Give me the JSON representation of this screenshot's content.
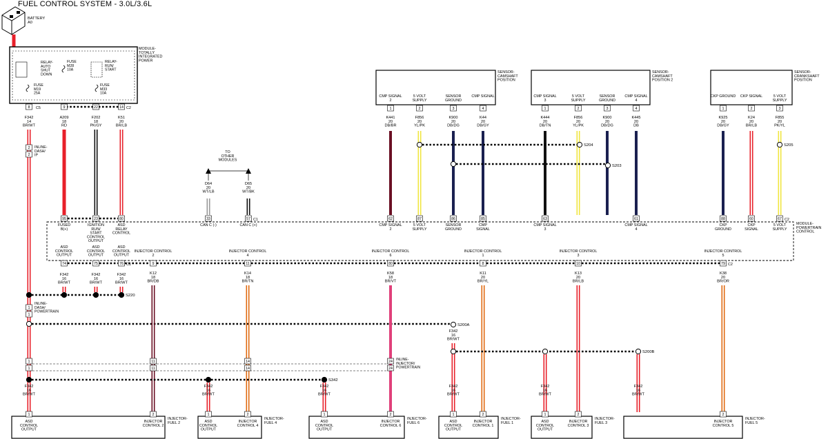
{
  "title": "FUEL CONTROL SYSTEM - 3.0L/3.6L",
  "colors": {
    "red": "#e8202a",
    "yellow": "#f0e640",
    "black": "#111111",
    "navy": "#1a2050",
    "darkred": "#6b1024",
    "orange": "#e06a10",
    "pink": "#e0407a"
  },
  "battery": {
    "label": "BATTERY",
    "ref": "A0"
  },
  "tipm": {
    "label": "MODULE-TOTALLY INTEGRATED POWER",
    "relay1": "RELAY-AUTO SHUT DOWN",
    "fuse1": "FUSE M28 10A",
    "relay2": "RELAY-RUN/START",
    "fuse2": "FUSE M19 25A",
    "fuse3": "FUSE M33 10A",
    "conn1": "C5",
    "conn2": "C2"
  },
  "tipm_pins": [
    {
      "pin": "8",
      "circuit": "F342",
      "gauge": "14",
      "color": "BR/WT"
    },
    {
      "pin": "9",
      "circuit": "A209",
      "gauge": "18",
      "color": "RD"
    },
    {
      "pin": "22",
      "circuit": "F202",
      "gauge": "18",
      "color": "PK/GY"
    },
    {
      "pin": "14",
      "circuit": "K51",
      "gauge": "20",
      "color": "BR/LB"
    }
  ],
  "inline_dash_ip": {
    "label": "INLINE-DASH/IP",
    "pin_top": "2",
    "pin_bottom": "2"
  },
  "inline_dash_pt": {
    "label": "INLINE-DASH/POWERTRAIN",
    "pin_top": "1",
    "pin_bottom": "1"
  },
  "inline_inj_pt": {
    "label": "INLINE-INJECTOR/POWERTRAIN"
  },
  "sensors": [
    {
      "label": "SENSOR-CAMSHAFT POSITION",
      "pins": [
        {
          "name": "CMP SIGNAL 2",
          "pin": "1",
          "circuit": "K441",
          "gauge": "20",
          "color": "DB/BR"
        },
        {
          "name": "5 VOLT SUPPLY",
          "pin": "2",
          "circuit": "F856",
          "gauge": "20",
          "color": "YL/PK"
        },
        {
          "name": "SENSOR GROUND",
          "pin": "3",
          "circuit": "K900",
          "gauge": "20",
          "color": "DB/DG"
        },
        {
          "name": "CMP SIGNAL",
          "pin": "4",
          "circuit": "K44",
          "gauge": "20",
          "color": "DB/GY"
        }
      ]
    },
    {
      "label": "SENSOR-CAMSHAFT POSITION 2",
      "pins": [
        {
          "name": "CMP SIGNAL 3",
          "pin": "1",
          "circuit": "K444",
          "gauge": "20",
          "color": "DB/TN"
        },
        {
          "name": "5 VOLT SUPPLY",
          "pin": "2",
          "circuit": "F856",
          "gauge": "20",
          "color": "YL/PK"
        },
        {
          "name": "SENSOR GROUND",
          "pin": "3",
          "circuit": "K900",
          "gauge": "20",
          "color": "DB/DG"
        },
        {
          "name": "CMP SIGNAL 4",
          "pin": "4",
          "circuit": "K445",
          "gauge": "20",
          "color": "DB"
        }
      ]
    },
    {
      "label": "SENSOR-CRANKSHAFT POSITION",
      "pins": [
        {
          "name": "CKP GROUND",
          "pin": "1",
          "circuit": "K925",
          "gauge": "20",
          "color": "DB/GY"
        },
        {
          "name": "CKP SIGNAL",
          "pin": "2",
          "circuit": "K24",
          "gauge": "20",
          "color": "BR/LB"
        },
        {
          "name": "5 VOLT SUPPLY",
          "pin": "3",
          "circuit": "F855",
          "gauge": "20",
          "color": "PK/YL"
        }
      ]
    }
  ],
  "splices": [
    "S204",
    "S203",
    "S205",
    "S220",
    "S200A",
    "S200B",
    "S342"
  ],
  "can": {
    "to_other": "TO OTHER MODULES",
    "pos": {
      "circuit": "D64",
      "gauge": "20",
      "color": "WT/LB"
    },
    "neg": {
      "circuit": "D65",
      "gauge": "20",
      "color": "WT/BK"
    },
    "pins": [
      {
        "pin": "33",
        "name": "CAN C (-)"
      },
      {
        "pin": "57",
        "name": "CAN C (+)",
        "conn": "C1"
      }
    ]
  },
  "pcm": {
    "label": "MODULE-POWERTRAIN CONTROL",
    "top_pins": [
      {
        "pin": "95",
        "name": "FUSED B(+)"
      },
      {
        "pin": "23",
        "name": "IGNITION RUN/START CONTROL OUTPUT"
      },
      {
        "pin": "80",
        "name": "ASD RELAY CONTROL"
      },
      {
        "pin": "62",
        "name": "CMP SIGNAL 2"
      },
      {
        "pin": "87",
        "name": "5 VOLT SUPPLY"
      },
      {
        "pin": "86",
        "name": "SENSOR GROUND"
      },
      {
        "pin": "85",
        "name": "CMP SIGNAL"
      },
      {
        "pin": "63",
        "name": "CMP SIGNAL 3"
      },
      {
        "pin": "61",
        "name": "CMP SIGNAL 4"
      },
      {
        "pin": "88",
        "name": "CKP GROUND"
      },
      {
        "pin": "60",
        "name": "CKP SIGNAL"
      },
      {
        "pin": "67",
        "name": "5 VOLT SUPPLY",
        "conn": "C2"
      }
    ],
    "bottom_pins": [
      {
        "pin": "74",
        "name": "ASD CONTROL OUTPUT"
      },
      {
        "pin": "75",
        "name": "ASD CONTROL OUTPUT"
      },
      {
        "pin": "76",
        "name": "ASD CONTROL OUTPUT",
        "conn": "C1"
      },
      {
        "pin": "9",
        "name": "INJECTOR CONTROL 2"
      },
      {
        "pin": "11",
        "name": "INJECTOR CONTROL 4"
      },
      {
        "pin": "80",
        "name": "INJECTOR CONTROL 6"
      },
      {
        "pin": "8",
        "name": "INJECTOR CONTROL 1"
      },
      {
        "pin": "10",
        "name": "INJECTOR CONTROL 3"
      },
      {
        "pin": "79",
        "name": "INJECTOR CONTROL 5",
        "conn": "C2"
      }
    ]
  },
  "asd_wires": {
    "circuit": "F342",
    "gauge": "16",
    "color": "BR/WT"
  },
  "injector_wires": [
    {
      "circuit": "K12",
      "gauge": "18",
      "color": "BR/DB"
    },
    {
      "circuit": "K14",
      "gauge": "18",
      "color": "BR/TN"
    },
    {
      "circuit": "K58",
      "gauge": "18",
      "color": "BR/VT"
    },
    {
      "circuit": "K11",
      "gauge": "20",
      "color": "BR/YL"
    },
    {
      "circuit": "K13",
      "gauge": "20",
      "color": "BR/LB"
    },
    {
      "circuit": "K38",
      "gauge": "20",
      "color": "BR/OR"
    }
  ],
  "inline_pins": [
    "11",
    "14",
    "24"
  ],
  "injectors": [
    {
      "label": "INJECTOR-FUEL 2",
      "p1": "ASD CONTROL OUTPUT",
      "p2": "INJECTOR CONTROL 2"
    },
    {
      "label": "INJECTOR-FUEL 4",
      "p1": "ASD CONTROL OUTPUT",
      "p2": "INJECTOR CONTROL 4"
    },
    {
      "label": "INJECTOR-FUEL 6",
      "p1": "ASD CONTROL OUTPUT",
      "p2": "INJECTOR CONTROL 6"
    },
    {
      "label": "INJECTOR-FUEL 1",
      "p1": "ASD CONTROL OUTPUT",
      "p2": "INJECTOR CONTROL 1"
    },
    {
      "label": "INJECTOR-FUEL 3",
      "p1": "ASD CONTROL OUTPUT",
      "p2": "INJECTOR CONTROL 3"
    },
    {
      "label": "INJECTOR-FUEL 5",
      "p1": "INJECTOR CONTROL 5"
    }
  ],
  "pin_numbers": {
    "one": "1",
    "two": "2"
  }
}
